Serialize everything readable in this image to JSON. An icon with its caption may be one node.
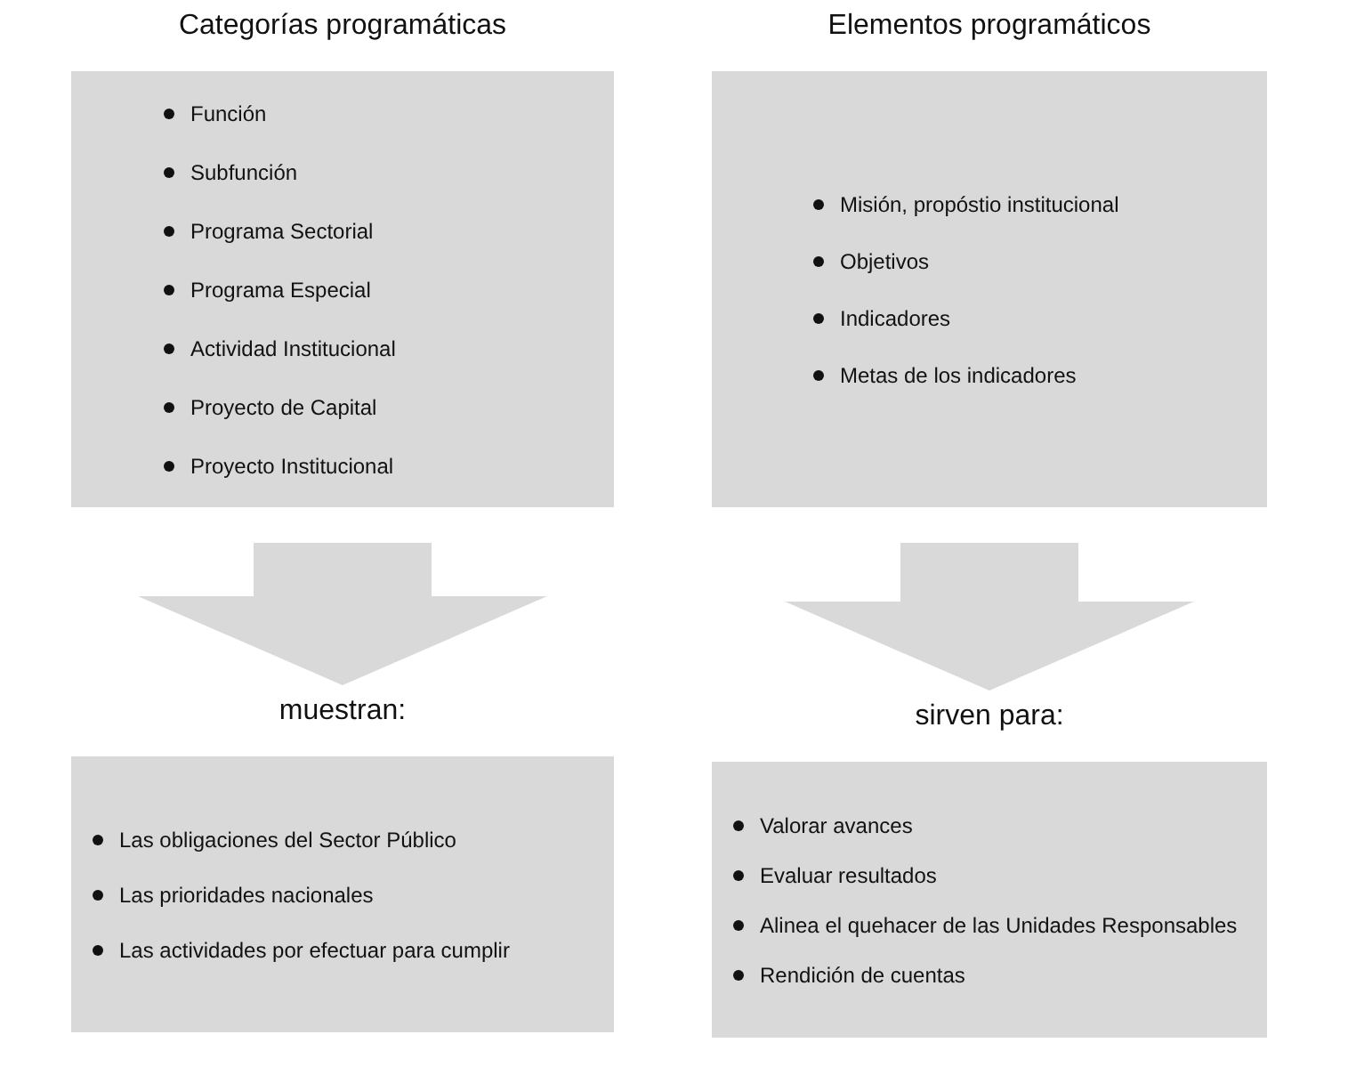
{
  "diagram": {
    "nodes": [
      {
        "text": [
          "Categorías programáticas",
          "Función",
          "Subfunción",
          "Programa Sectorial",
          "Programa Especial",
          "Actividad Institucional",
          "Proyecto de Capital",
          "Proyecto Institucional"
        ]
      },
      {
        "text": [
          "Elementos programáticos",
          "Misión, propóstio institucional",
          "Objetivos",
          "Indicadores",
          "Metas de los indicadores"
        ]
      },
      {
        "text": [
          "muestran:",
          "Las obligaciones del Sector Público",
          "Las prioridades nacionales",
          "Las actividades por efectuar para cumplir"
        ]
      },
      {
        "text": [
          "sirven para:",
          "Valorar avances",
          "Evaluar resultados",
          "Alinea el quehacer de las Unidades Responsables",
          "Rendición de cuentas"
        ]
      }
    ],
    "edges": [
      {
        "from": 0,
        "to": 2,
        "arrow": "to"
      },
      {
        "from": 1,
        "to": 3,
        "arrow": "to"
      }
    ]
  }
}
